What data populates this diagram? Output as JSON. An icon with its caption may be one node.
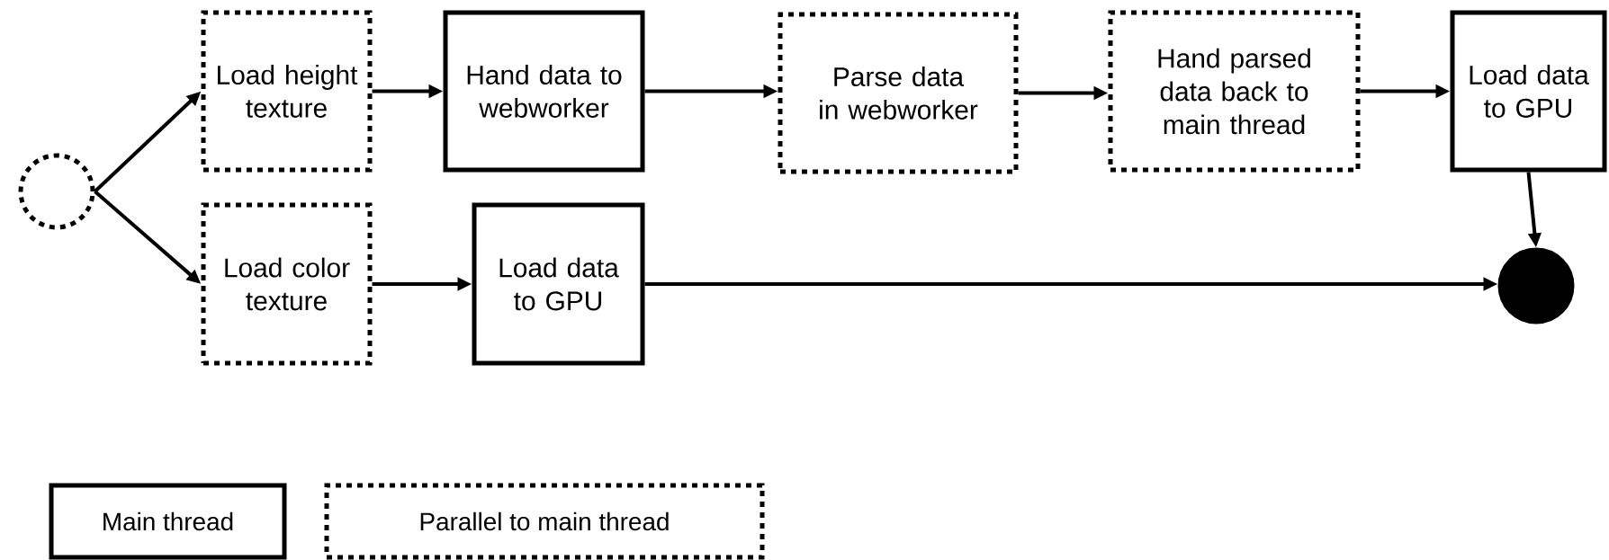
{
  "diagram": {
    "nodes": [
      {
        "text": [],
        "shape": "circle"
      },
      {
        "text": [
          "Load height texture"
        ]
      },
      {
        "text": [
          "Hand data to webworker"
        ]
      },
      {
        "text": [
          "Parse data in webworker"
        ]
      },
      {
        "text": [
          "Hand parsed data back to main thread"
        ]
      },
      {
        "text": [
          "Load data to GPU"
        ]
      },
      {
        "text": [
          "Load color texture"
        ]
      },
      {
        "text": [
          "Load data to GPU"
        ]
      },
      {
        "text": [],
        "shape": "circle"
      }
    ],
    "edges": [
      {
        "from": 0,
        "to": 1,
        "arrow": "to"
      },
      {
        "from": 0,
        "to": 6,
        "arrow": "to"
      },
      {
        "from": 1,
        "to": 2,
        "arrow": "to"
      },
      {
        "from": 2,
        "to": 3,
        "arrow": "to"
      },
      {
        "from": 3,
        "to": 4,
        "arrow": "to"
      },
      {
        "from": 4,
        "to": 5,
        "arrow": "to"
      },
      {
        "from": 5,
        "to": 8,
        "arrow": "to"
      },
      {
        "from": 6,
        "to": 7,
        "arrow": "to"
      },
      {
        "from": 7,
        "to": 8,
        "arrow": "to"
      }
    ],
    "legend": [
      {
        "text": "Main thread"
      },
      {
        "text": "Parallel to main thread"
      }
    ]
  }
}
